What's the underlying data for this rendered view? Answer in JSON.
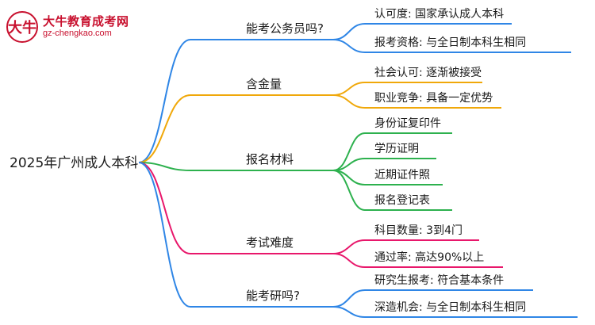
{
  "logo": {
    "site_name": "大牛教育成考网",
    "url": "gz-chengkao.com",
    "mark": "大牛"
  },
  "root": {
    "label": "2025年广州成人本科",
    "color": "#1a1a1a"
  },
  "branches": [
    {
      "label": "能考公务员吗?",
      "color": "#2f86e6",
      "children": [
        "认可度: 国家承认成人本科",
        "报考资格: 与全日制本科生相同"
      ]
    },
    {
      "label": "含金量",
      "color": "#f0a80a",
      "children": [
        "社会认可: 逐渐被接受",
        "职业竞争: 具备一定优势"
      ]
    },
    {
      "label": "报名材料",
      "color": "#2db14e",
      "children": [
        "身份证复印件",
        "学历证明",
        "近期证件照",
        "报名登记表"
      ]
    },
    {
      "label": "考试难度",
      "color": "#e8176b",
      "children": [
        "科目数量: 3到4门",
        "通过率: 高达90%以上"
      ]
    },
    {
      "label": "能考研吗?",
      "color": "#2f86e6",
      "children": [
        "研究生报考: 符合基本条件",
        "深造机会: 与全日制本科生相同"
      ]
    }
  ]
}
